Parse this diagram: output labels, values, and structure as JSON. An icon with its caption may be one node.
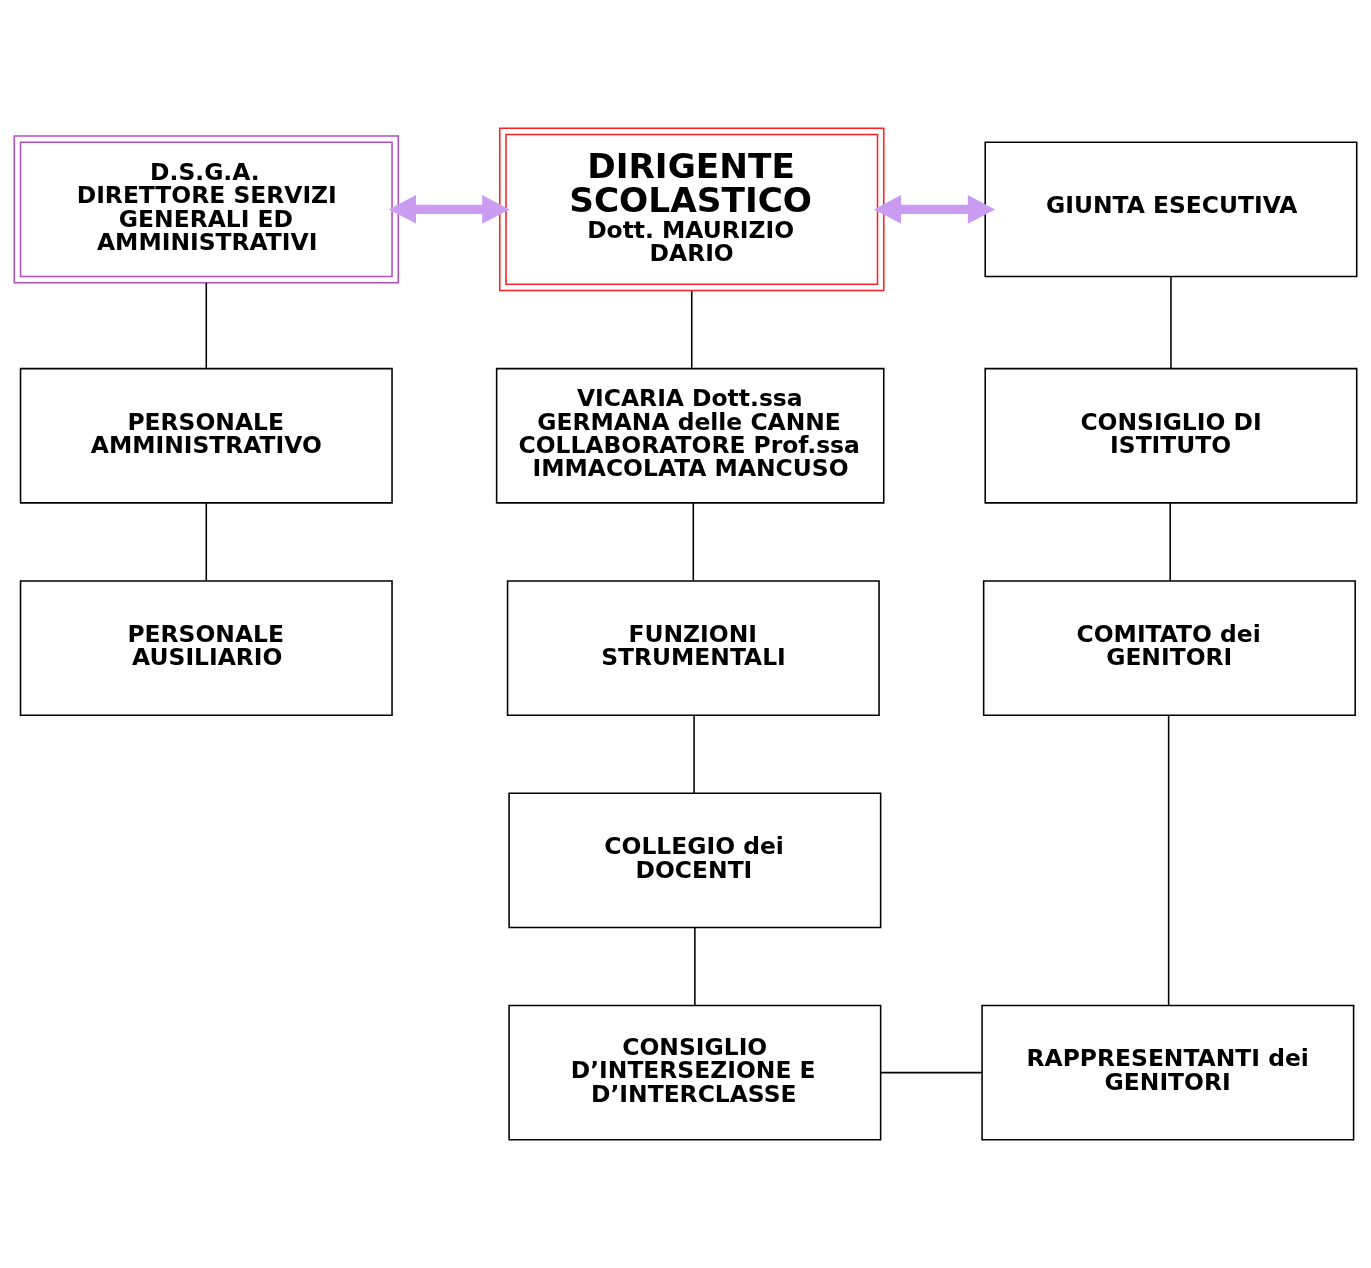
{
  "diagram": {
    "nodes": [
      {
        "text": [
          "D.S.G.A.",
          "DIRETTORE SERVIZI GENERALI ED AMMINISTRATIVI"
        ]
      },
      {
        "text": [
          "DIRIGENTE SCOLASTICO",
          "Dott. MAURIZIO DARIO"
        ]
      },
      {
        "text": [
          "GIUNTA ESECUTIVA"
        ]
      },
      {
        "text": [
          "PERSONALE AMMINISTRATIVO"
        ]
      },
      {
        "text": [
          "VICARIA Dott.ssa GERMANA delle CANNE",
          "COLLABORATORE Prof.ssa IMMACOLATA MANCUSO"
        ]
      },
      {
        "text": [
          "CONSIGLIO DI ISTITUTO"
        ]
      },
      {
        "text": [
          "PERSONALE AUSILIARIO"
        ]
      },
      {
        "text": [
          "FUNZIONI STRUMENTALI"
        ]
      },
      {
        "text": [
          "COMITATO dei GENITORI"
        ]
      },
      {
        "text": [
          "COLLEGIO dei DOCENTI"
        ]
      },
      {
        "text": [
          "CONSIGLIO D’INTERSEZIONE E D’INTERCLASSE"
        ]
      },
      {
        "text": [
          "RAPPRESENTANTI dei GENITORI"
        ]
      }
    ],
    "edges": [
      {
        "from": 0,
        "to": 1,
        "arrow": "both",
        "style": "thick",
        "color": "#c99cf2"
      },
      {
        "from": 1,
        "to": 2,
        "arrow": "both",
        "style": "thick",
        "color": "#c99cf2"
      },
      {
        "from": 0,
        "to": 3,
        "arrow": "none"
      },
      {
        "from": 3,
        "to": 6,
        "arrow": "none"
      },
      {
        "from": 1,
        "to": 4,
        "arrow": "none"
      },
      {
        "from": 4,
        "to": 7,
        "arrow": "none"
      },
      {
        "from": 7,
        "to": 9,
        "arrow": "none"
      },
      {
        "from": 9,
        "to": 10,
        "arrow": "none"
      },
      {
        "from": 2,
        "to": 5,
        "arrow": "none"
      },
      {
        "from": 5,
        "to": 8,
        "arrow": "none"
      },
      {
        "from": 8,
        "to": 11,
        "arrow": "none"
      },
      {
        "from": 10,
        "to": 11,
        "arrow": "none"
      }
    ]
  }
}
